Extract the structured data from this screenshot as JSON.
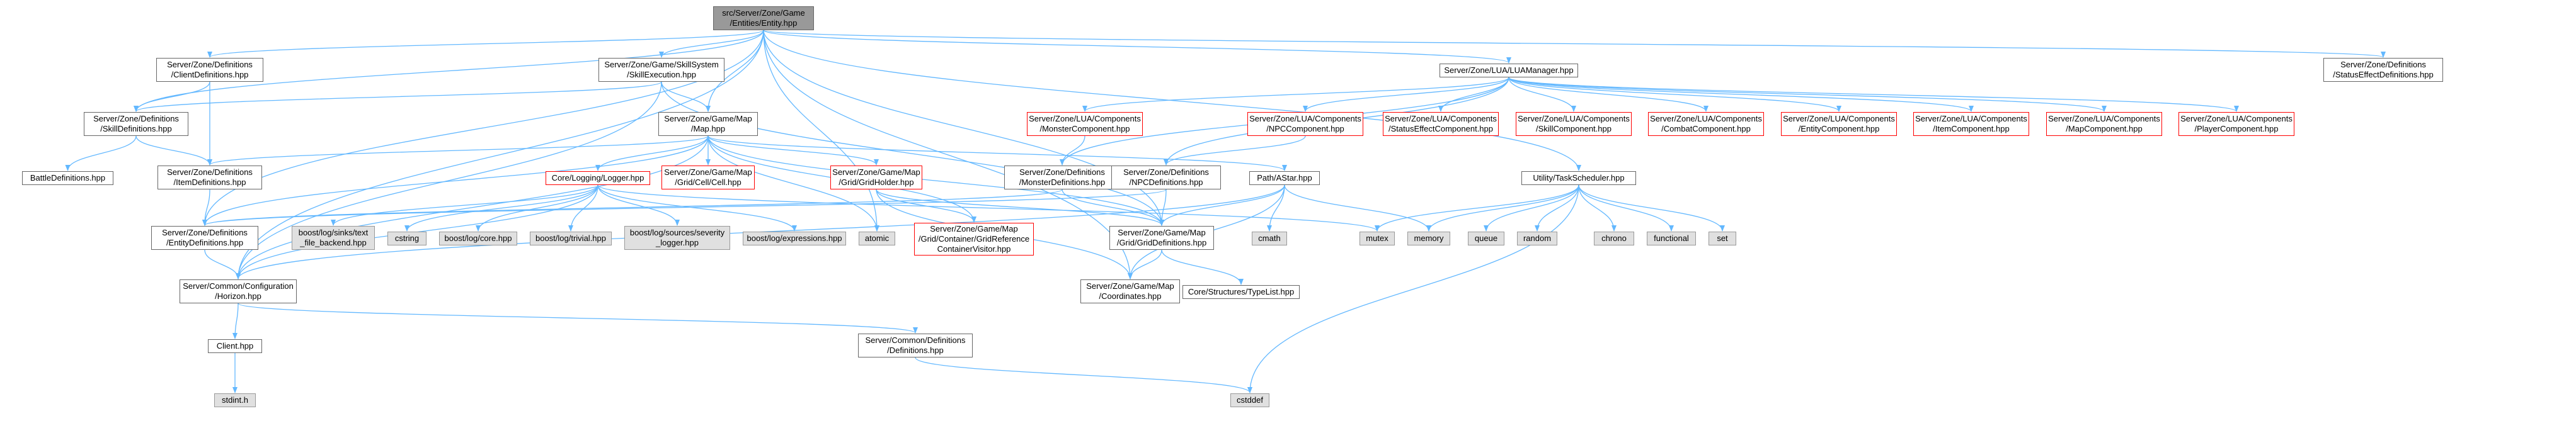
{
  "colors": {
    "edge": "#63b8ff",
    "root_fill": "#999999",
    "external_fill": "#e0e0e0",
    "missing_border": "#ff0000"
  },
  "nodes": [
    {
      "id": "entity",
      "label": "src/Server/Zone/Game\n/Entities/Entity.hpp",
      "kind": "root"
    },
    {
      "id": "clientdef",
      "label": "Server/Zone/Definitions\n/ClientDefinitions.hpp",
      "kind": "normal"
    },
    {
      "id": "skillexec",
      "label": "Server/Zone/Game/SkillSystem\n/SkillExecution.hpp",
      "kind": "normal"
    },
    {
      "id": "luamgr",
      "label": "Server/Zone/LUA/LUAManager.hpp",
      "kind": "normal"
    },
    {
      "id": "statuseffdef",
      "label": "Server/Zone/Definitions\n/StatusEffectDefinitions.hpp",
      "kind": "normal"
    },
    {
      "id": "skilldef",
      "label": "Server/Zone/Definitions\n/SkillDefinitions.hpp",
      "kind": "normal"
    },
    {
      "id": "map",
      "label": "Server/Zone/Game/Map\n/Map.hpp",
      "kind": "normal"
    },
    {
      "id": "monstercomp",
      "label": "Server/Zone/LUA/Components\n/MonsterComponent.hpp",
      "kind": "red"
    },
    {
      "id": "npccomp",
      "label": "Server/Zone/LUA/Components\n/NPCComponent.hpp",
      "kind": "red"
    },
    {
      "id": "statuscomp",
      "label": "Server/Zone/LUA/Components\n/StatusEffectComponent.hpp",
      "kind": "red"
    },
    {
      "id": "skillcomp",
      "label": "Server/Zone/LUA/Components\n/SkillComponent.hpp",
      "kind": "red"
    },
    {
      "id": "combatcomp",
      "label": "Server/Zone/LUA/Components\n/CombatComponent.hpp",
      "kind": "red"
    },
    {
      "id": "entitycomp",
      "label": "Server/Zone/LUA/Components\n/EntityComponent.hpp",
      "kind": "red"
    },
    {
      "id": "itemcomp",
      "label": "Server/Zone/LUA/Components\n/ItemComponent.hpp",
      "kind": "red"
    },
    {
      "id": "mapcomp",
      "label": "Server/Zone/LUA/Components\n/MapComponent.hpp",
      "kind": "red"
    },
    {
      "id": "playercomp",
      "label": "Server/Zone/LUA/Components\n/PlayerComponent.hpp",
      "kind": "red"
    },
    {
      "id": "battledef",
      "label": "BattleDefinitions.hpp",
      "kind": "normal"
    },
    {
      "id": "itemdef",
      "label": "Server/Zone/Definitions\n/ItemDefinitions.hpp",
      "kind": "normal"
    },
    {
      "id": "logger",
      "label": "Core/Logging/Logger.hpp",
      "kind": "red"
    },
    {
      "id": "cell",
      "label": "Server/Zone/Game/Map\n/Grid/Cell/Cell.hpp",
      "kind": "red"
    },
    {
      "id": "gridholder",
      "label": "Server/Zone/Game/Map\n/Grid/GridHolder.hpp",
      "kind": "red"
    },
    {
      "id": "monsterdef",
      "label": "Server/Zone/Definitions\n/MonsterDefinitions.hpp",
      "kind": "normal"
    },
    {
      "id": "npcdef",
      "label": "Server/Zone/Definitions\n/NPCDefinitions.hpp",
      "kind": "normal"
    },
    {
      "id": "astar",
      "label": "Path/AStar.hpp",
      "kind": "normal"
    },
    {
      "id": "tasksched",
      "label": "Utility/TaskScheduler.hpp",
      "kind": "normal"
    },
    {
      "id": "entitydef",
      "label": "Server/Zone/Definitions\n/EntityDefinitions.hpp",
      "kind": "normal"
    },
    {
      "id": "sinks",
      "label": "boost/log/sinks/text\n_file_backend.hpp",
      "kind": "ext"
    },
    {
      "id": "cstring",
      "label": "cstring",
      "kind": "ext"
    },
    {
      "id": "logcore",
      "label": "boost/log/core.hpp",
      "kind": "ext"
    },
    {
      "id": "trivial",
      "label": "boost/log/trivial.hpp",
      "kind": "ext"
    },
    {
      "id": "severity",
      "label": "boost/log/sources/severity\n_logger.hpp",
      "kind": "ext"
    },
    {
      "id": "expressions",
      "label": "boost/log/expressions.hpp",
      "kind": "ext"
    },
    {
      "id": "atomic",
      "label": "atomic",
      "kind": "ext"
    },
    {
      "id": "visitor",
      "label": "Server/Zone/Game/Map\n/Grid/Container/GridReference\nContainerVisitor.hpp",
      "kind": "red"
    },
    {
      "id": "griddef",
      "label": "Server/Zone/Game/Map\n/Grid/GridDefinitions.hpp",
      "kind": "normal"
    },
    {
      "id": "cmath",
      "label": "cmath",
      "kind": "ext"
    },
    {
      "id": "mutex",
      "label": "mutex",
      "kind": "ext"
    },
    {
      "id": "memory",
      "label": "memory",
      "kind": "ext"
    },
    {
      "id": "queue",
      "label": "queue",
      "kind": "ext"
    },
    {
      "id": "random",
      "label": "random",
      "kind": "ext"
    },
    {
      "id": "chrono",
      "label": "chrono",
      "kind": "ext"
    },
    {
      "id": "functional",
      "label": "functional",
      "kind": "ext"
    },
    {
      "id": "set",
      "label": "set",
      "kind": "ext"
    },
    {
      "id": "horizon",
      "label": "Server/Common/Configuration\n/Horizon.hpp",
      "kind": "normal"
    },
    {
      "id": "coords",
      "label": "Server/Zone/Game/Map\n/Coordinates.hpp",
      "kind": "normal"
    },
    {
      "id": "typelist",
      "label": "Core/Structures/TypeList.hpp",
      "kind": "normal"
    },
    {
      "id": "client",
      "label": "Client.hpp",
      "kind": "normal"
    },
    {
      "id": "commondef",
      "label": "Server/Common/Definitions\n/Definitions.hpp",
      "kind": "normal"
    },
    {
      "id": "stdint",
      "label": "stdint.h",
      "kind": "ext"
    },
    {
      "id": "cstddef",
      "label": "cstddef",
      "kind": "ext"
    }
  ],
  "edges": [
    [
      "entity",
      "clientdef"
    ],
    [
      "entity",
      "skillexec"
    ],
    [
      "entity",
      "luamgr"
    ],
    [
      "entity",
      "statuseffdef"
    ],
    [
      "entity",
      "skilldef"
    ],
    [
      "entity",
      "map"
    ],
    [
      "entity",
      "horizon"
    ],
    [
      "entity",
      "entitydef"
    ],
    [
      "entity",
      "atomic"
    ],
    [
      "entity",
      "griddef"
    ],
    [
      "entity",
      "coords"
    ],
    [
      "entity",
      "tasksched"
    ],
    [
      "clientdef",
      "skilldef"
    ],
    [
      "clientdef",
      "itemdef"
    ],
    [
      "skilldef",
      "battledef"
    ],
    [
      "skilldef",
      "itemdef"
    ],
    [
      "skillexec",
      "skilldef"
    ],
    [
      "skillexec",
      "map"
    ],
    [
      "skillexec",
      "horizon"
    ],
    [
      "skillexec",
      "griddef"
    ],
    [
      "luamgr",
      "monstercomp"
    ],
    [
      "luamgr",
      "npccomp"
    ],
    [
      "luamgr",
      "statuscomp"
    ],
    [
      "luamgr",
      "skillcomp"
    ],
    [
      "luamgr",
      "combatcomp"
    ],
    [
      "luamgr",
      "entitycomp"
    ],
    [
      "luamgr",
      "itemcomp"
    ],
    [
      "luamgr",
      "mapcomp"
    ],
    [
      "luamgr",
      "playercomp"
    ],
    [
      "luamgr",
      "monsterdef"
    ],
    [
      "luamgr",
      "npcdef"
    ],
    [
      "monstercomp",
      "monsterdef"
    ],
    [
      "npccomp",
      "npcdef"
    ],
    [
      "monsterdef",
      "entitydef"
    ],
    [
      "monsterdef",
      "griddef"
    ],
    [
      "npcdef",
      "entitydef"
    ],
    [
      "npcdef",
      "griddef"
    ],
    [
      "map",
      "logger"
    ],
    [
      "map",
      "cell"
    ],
    [
      "map",
      "gridholder"
    ],
    [
      "map",
      "astar"
    ],
    [
      "map",
      "itemdef"
    ],
    [
      "map",
      "entitydef"
    ],
    [
      "map",
      "horizon"
    ],
    [
      "map",
      "griddef"
    ],
    [
      "map",
      "atomic"
    ],
    [
      "map",
      "visitor"
    ],
    [
      "itemdef",
      "entitydef"
    ],
    [
      "entitydef",
      "horizon"
    ],
    [
      "logger",
      "sinks"
    ],
    [
      "logger",
      "cstring"
    ],
    [
      "logger",
      "logcore"
    ],
    [
      "logger",
      "trivial"
    ],
    [
      "logger",
      "severity"
    ],
    [
      "logger",
      "expressions"
    ],
    [
      "logger",
      "mutex"
    ],
    [
      "logger",
      "horizon"
    ],
    [
      "gridholder",
      "visitor"
    ],
    [
      "gridholder",
      "griddef"
    ],
    [
      "gridholder",
      "coords"
    ],
    [
      "astar",
      "cmath"
    ],
    [
      "astar",
      "griddef"
    ],
    [
      "astar",
      "memory"
    ],
    [
      "astar",
      "horizon"
    ],
    [
      "astar",
      "coords"
    ],
    [
      "tasksched",
      "mutex"
    ],
    [
      "tasksched",
      "memory"
    ],
    [
      "tasksched",
      "queue"
    ],
    [
      "tasksched",
      "random"
    ],
    [
      "tasksched",
      "chrono"
    ],
    [
      "tasksched",
      "functional"
    ],
    [
      "tasksched",
      "set"
    ],
    [
      "tasksched",
      "cstddef"
    ],
    [
      "griddef",
      "coords"
    ],
    [
      "griddef",
      "typelist"
    ],
    [
      "horizon",
      "client"
    ],
    [
      "horizon",
      "commondef"
    ],
    [
      "client",
      "stdint"
    ],
    [
      "commondef",
      "cstddef"
    ]
  ]
}
